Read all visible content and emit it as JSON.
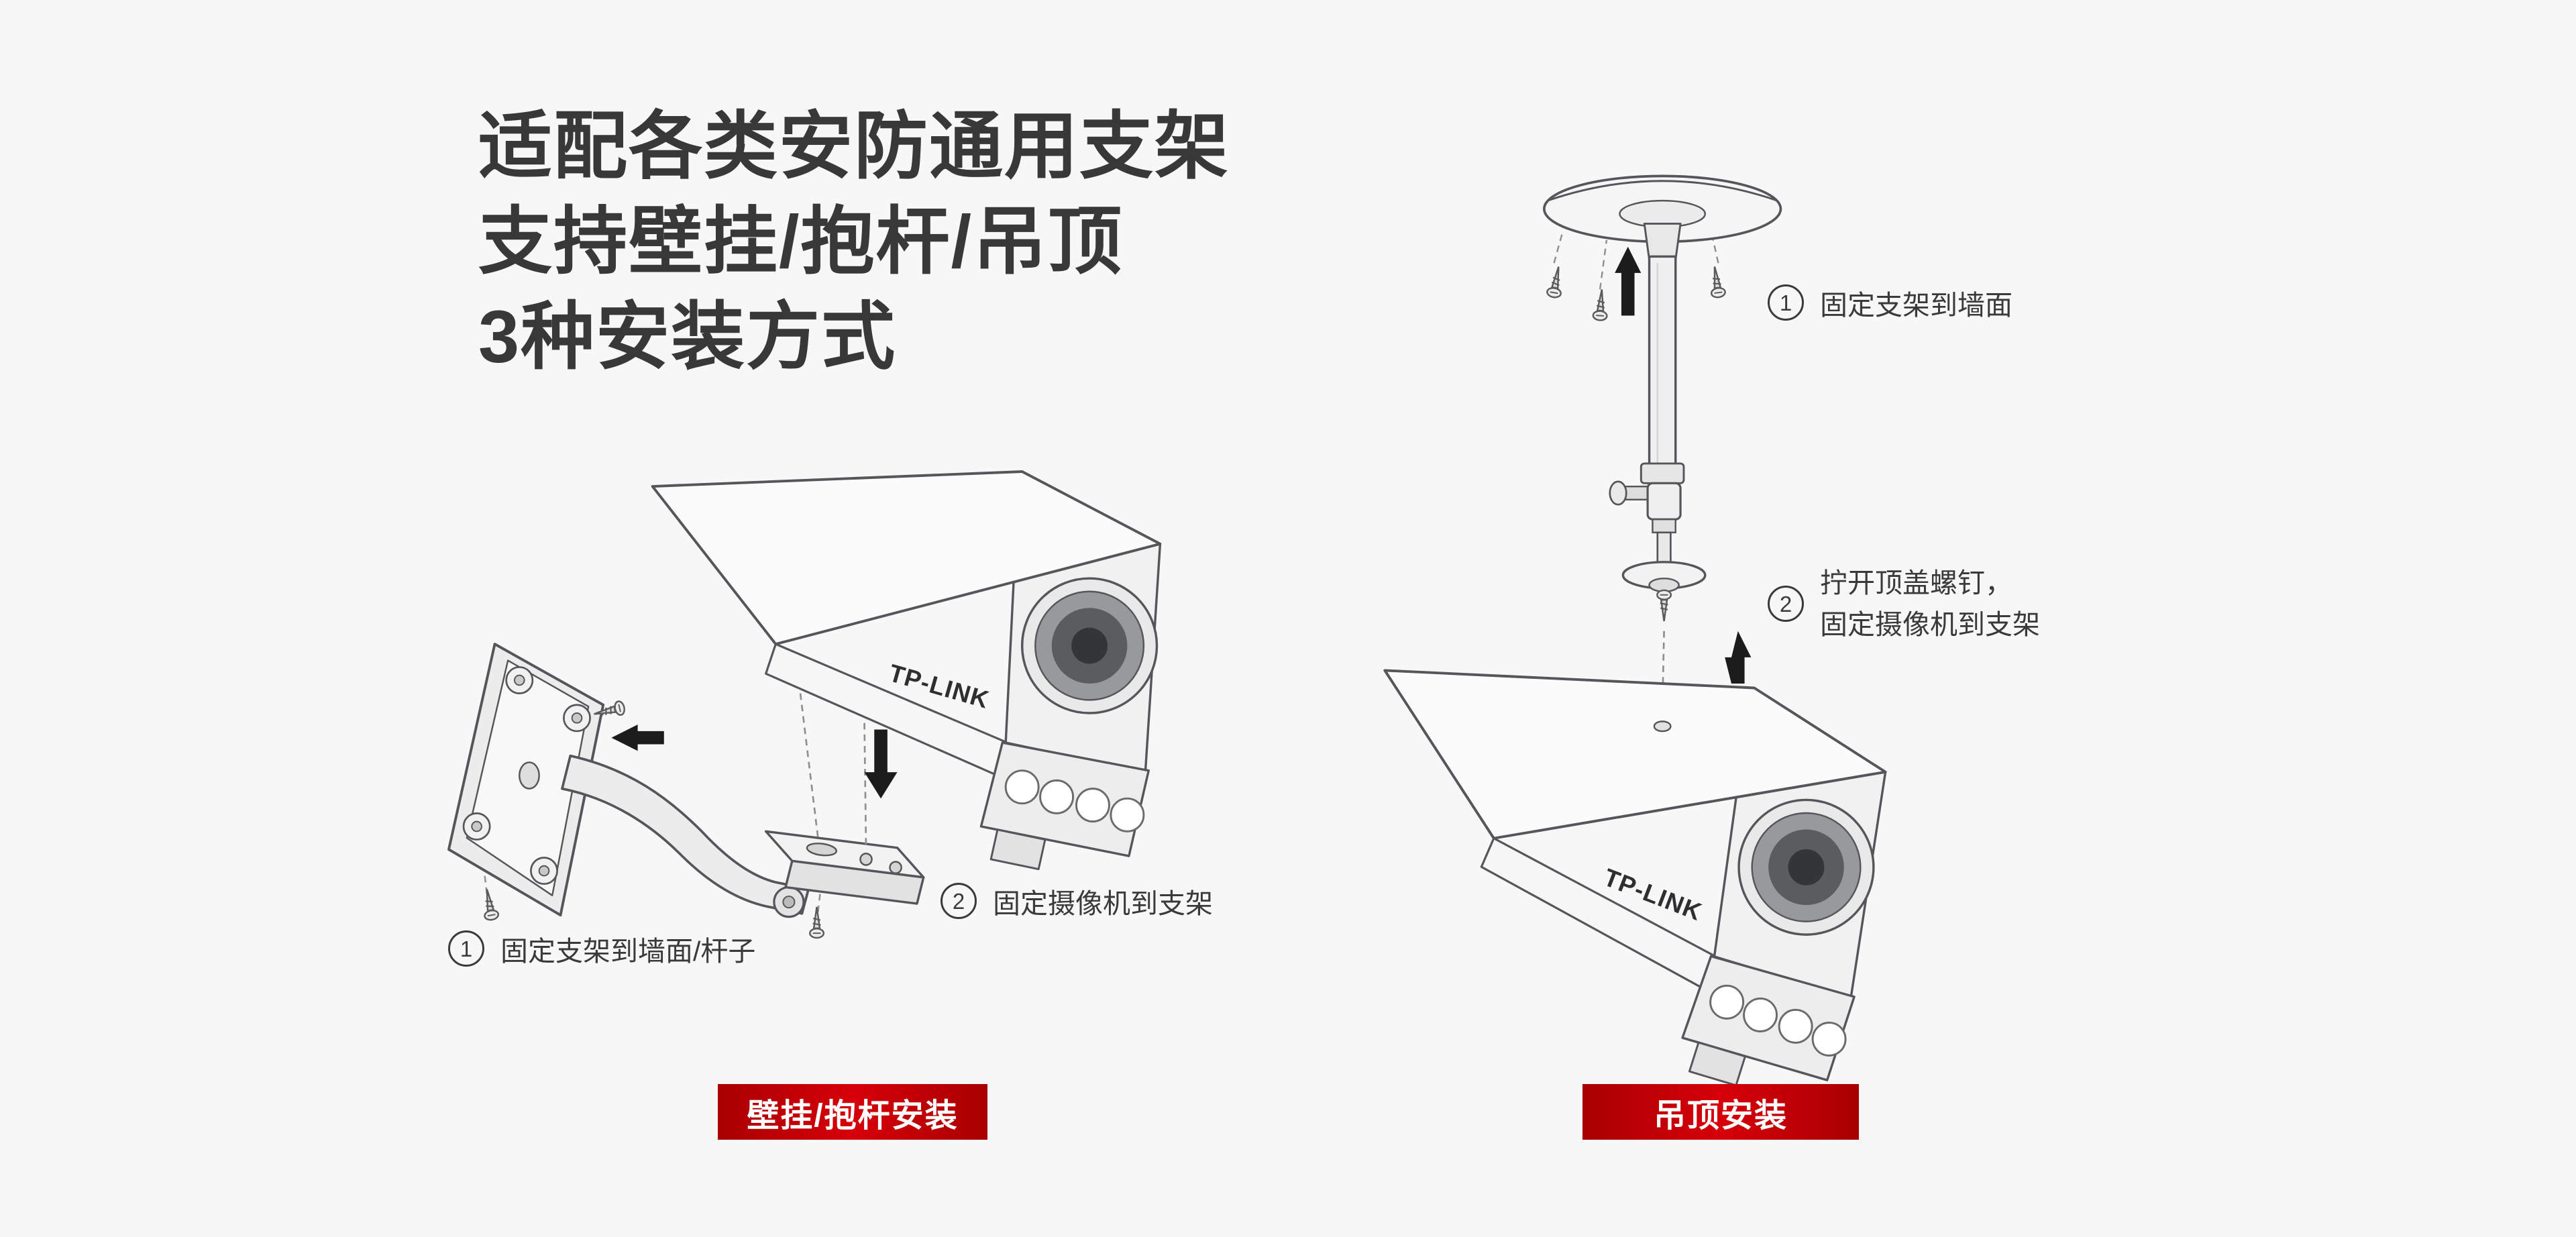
{
  "colors": {
    "background": "#f7f7f7",
    "accent_red": "#c40006",
    "text": "#3a3a3a",
    "line_art": "#55565a"
  },
  "headline": {
    "line1": "适配各类安防通用支架",
    "line2": "支持壁挂/抱杆/吊顶",
    "line3": "3种安装方式"
  },
  "brand": {
    "logo": "TP-LINK"
  },
  "wall_mount": {
    "badge": "壁挂/抱杆安装",
    "step1": {
      "num": "1",
      "text": "固定支架到墙面/杆子"
    },
    "step2": {
      "num": "2",
      "text": "固定摄像机到支架"
    }
  },
  "ceiling_mount": {
    "badge": "吊顶安装",
    "step1": {
      "num": "1",
      "text": "固定支架到墙面"
    },
    "step2": {
      "num": "2",
      "text_line1": "拧开顶盖螺钉，",
      "text_line2": "固定摄像机到支架"
    }
  }
}
